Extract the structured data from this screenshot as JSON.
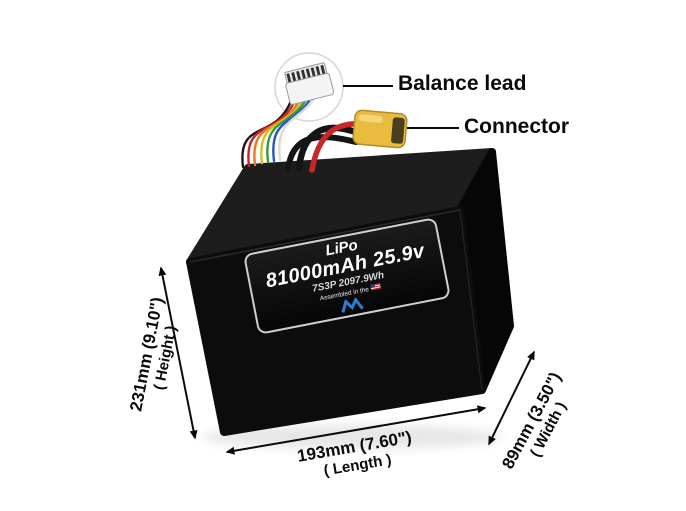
{
  "page": {
    "background": "#ffffff"
  },
  "annotations": {
    "balance_lead": "Balance lead",
    "connector": "Connector"
  },
  "battery_label": {
    "chemistry": "LiPo",
    "capacity_voltage": "81000mAh 25.9v",
    "config_energy": "7S3P 2097.9Wh",
    "assembled_text": "Assembled in the"
  },
  "dimensions": {
    "height": {
      "value": "231mm (9.10\")",
      "name": "( Height )"
    },
    "length": {
      "value": "193mm (7.60\")",
      "name": "( Length )"
    },
    "width": {
      "value": "89mm (3.50\")",
      "name": "( Width )"
    }
  },
  "icons": {
    "us_flag": "us-flag-icon",
    "brand_logo": "brand-m-emblem-icon"
  },
  "colors": {
    "battery_front": "#0c0c0c",
    "battery_top": "#1d1d1d",
    "battery_side": "#060606",
    "label_border": "#cfcfcf",
    "xt_connector_yellow": "#e9bc3f",
    "xt_connector_shade": "#b28c26",
    "wire_red": "#c62828",
    "wire_black": "#141515",
    "logo_blue": "#2d7dd2",
    "annotation_ink": "#0a0a0a",
    "balance_wires": [
      "#1a1a1a",
      "#c62828",
      "#e07b1f",
      "#d4c022",
      "#3a9a3a",
      "#2255cc",
      "#d9d9d9"
    ]
  }
}
